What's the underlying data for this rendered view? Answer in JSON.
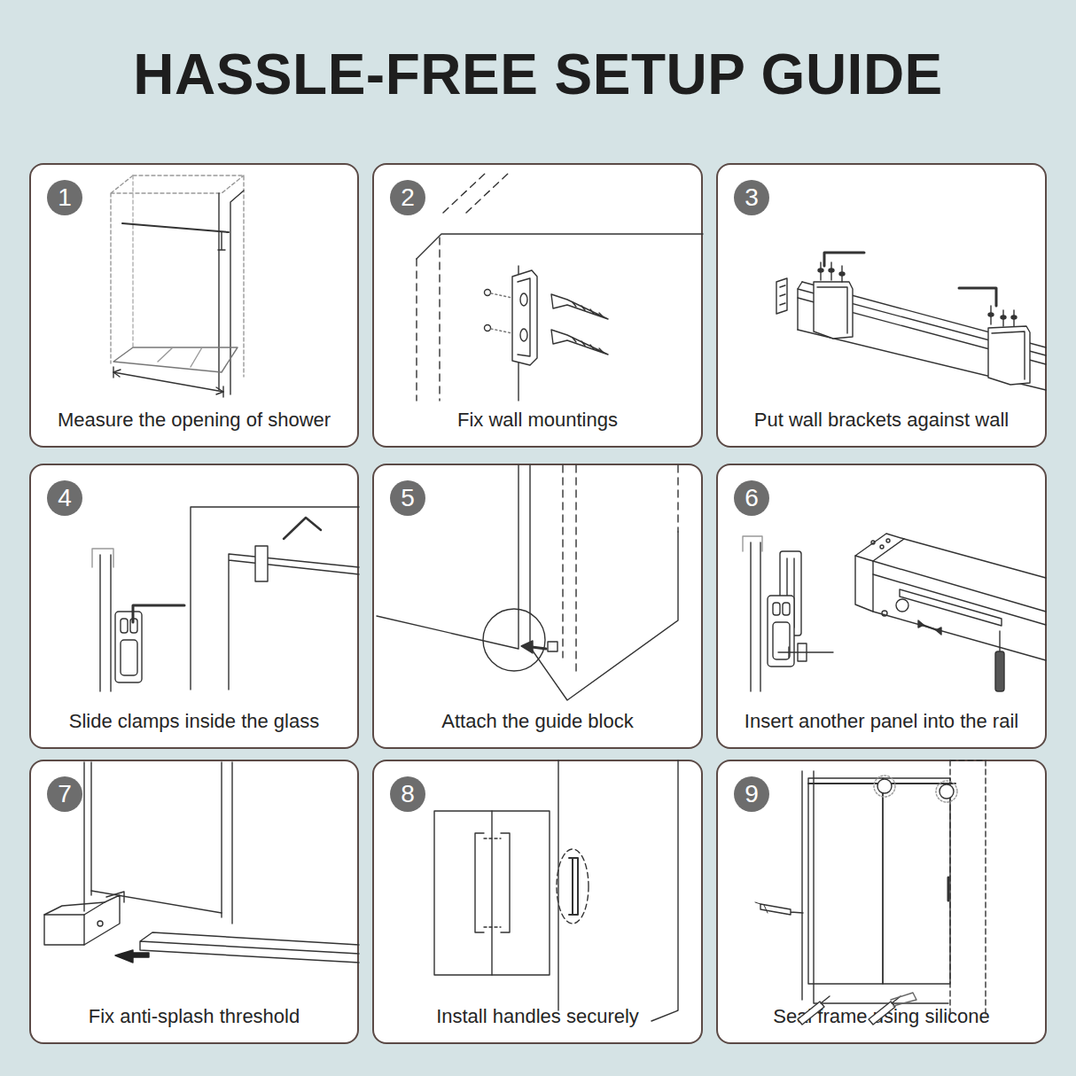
{
  "diagram": {
    "title": "HASSLE-FREE SETUP GUIDE",
    "nodes": [
      {
        "text": [
          "1",
          "Measure the opening of shower"
        ]
      },
      {
        "text": [
          "2",
          "Fix wall mountings"
        ]
      },
      {
        "text": [
          "3",
          "Put wall brackets against wall"
        ]
      },
      {
        "text": [
          "4",
          "Slide clamps inside the glass"
        ]
      },
      {
        "text": [
          "5",
          "Attach the guide block"
        ]
      },
      {
        "text": [
          "6",
          "Insert another panel into the rail"
        ]
      },
      {
        "text": [
          "7",
          "Fix anti-splash threshold"
        ]
      },
      {
        "text": [
          "8",
          "Install handles securely"
        ]
      },
      {
        "text": [
          "9",
          "Seal frame using silicone"
        ]
      }
    ]
  }
}
